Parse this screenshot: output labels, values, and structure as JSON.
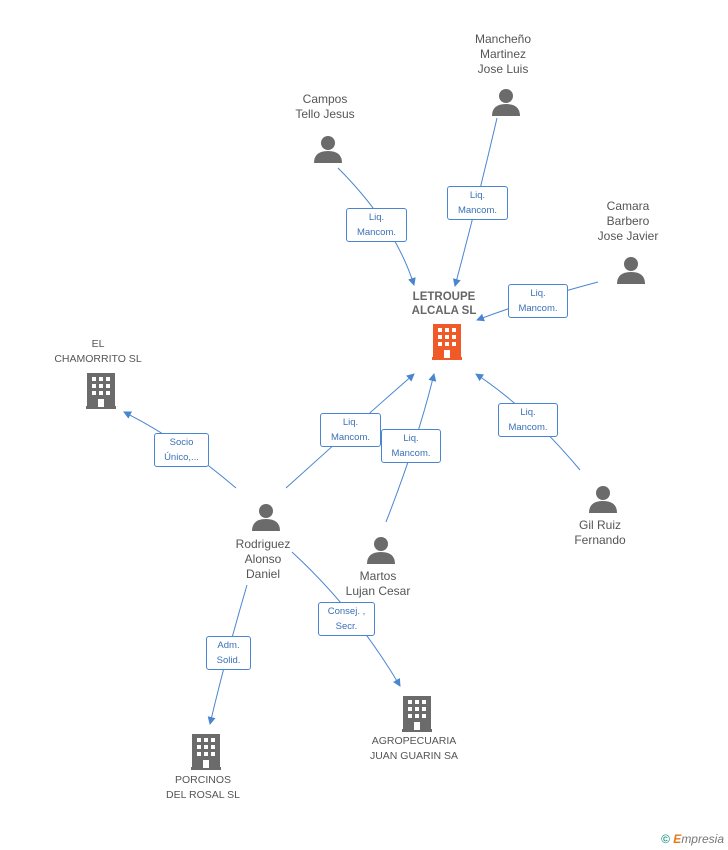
{
  "colors": {
    "edge": "#4a86d0",
    "person_icon": "#6b6b6b",
    "company_icon": "#6b6b6b",
    "focus_company_icon": "#f05a28"
  },
  "nodes": {
    "letroupe": {
      "line1": "LETROUPE",
      "line2": "ALCALA SL",
      "icon": "building-icon"
    },
    "campos": {
      "line1": "Campos",
      "line2": "Tello Jesus",
      "icon": "person-icon"
    },
    "mancheno": {
      "line1": "Mancheño",
      "line2": "Martinez",
      "line3": "Jose Luis",
      "icon": "person-icon"
    },
    "camara": {
      "line1": "Camara",
      "line2": "Barbero",
      "line3": "Jose Javier",
      "icon": "person-icon"
    },
    "chamorrito": {
      "line1": "EL",
      "line2": "CHAMORRITO SL",
      "icon": "building-icon"
    },
    "rodriguez": {
      "line1": "Rodriguez",
      "line2": "Alonso",
      "line3": "Daniel",
      "icon": "person-icon"
    },
    "martos": {
      "line1": "Martos",
      "line2": "Lujan Cesar",
      "icon": "person-icon"
    },
    "gilruiz": {
      "line1": "Gil Ruiz",
      "line2": "Fernando",
      "icon": "person-icon"
    },
    "agropecuaria": {
      "line1": "AGROPECUARIA",
      "line2": "JUAN GUARIN SA",
      "icon": "building-icon"
    },
    "porcinos": {
      "line1": "PORCINOS",
      "line2": "DEL ROSAL SL",
      "icon": "building-icon"
    }
  },
  "relations": {
    "campos": {
      "line1": "Liq.",
      "line2": "Mancom."
    },
    "mancheno": {
      "line1": "Liq.",
      "line2": "Mancom."
    },
    "camara": {
      "line1": "Liq.",
      "line2": "Mancom."
    },
    "rodriguez_letroupe": {
      "line1": "Liq.",
      "line2": "Mancom."
    },
    "martos": {
      "line1": "Liq.",
      "line2": "Mancom."
    },
    "gilruiz": {
      "line1": "Liq.",
      "line2": "Mancom."
    },
    "chamorrito": {
      "line1": "Socio",
      "line2": "Único,..."
    },
    "agropecuaria": {
      "line1": "Consej. ,",
      "line2": "Secr."
    },
    "porcinos": {
      "line1": "Adm.",
      "line2": "Solid."
    }
  },
  "brand": {
    "copyright": "©",
    "e": "E",
    "rest": "mpresia"
  }
}
